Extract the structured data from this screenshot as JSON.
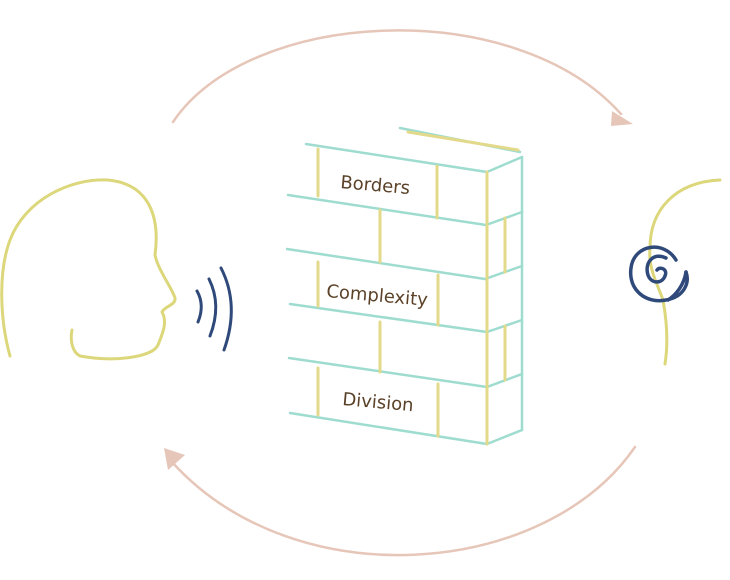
{
  "wall": {
    "labels": [
      "Borders",
      "Complexity",
      "Division"
    ]
  },
  "colors": {
    "arrow": "#e6c6b8",
    "head": "#dcd77a",
    "ink": "#2f4a7a",
    "brick_outline": "#9edccf",
    "brick_joint": "#e3d98a",
    "text": "#5a4128"
  },
  "icons": {
    "speaker": "speaker-head-icon",
    "sound": "sound-waves-icon",
    "listener": "listener-head-icon",
    "ear": "ear-icon"
  }
}
